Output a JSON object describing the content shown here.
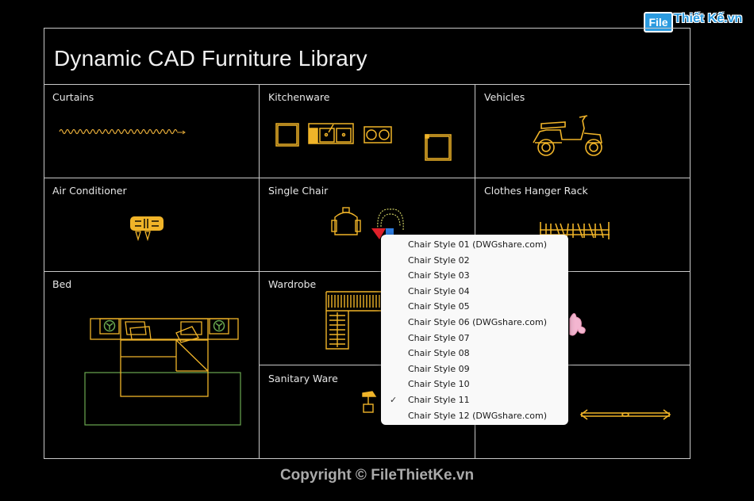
{
  "watermark": {
    "logo_box": "File",
    "logo_text": "Thiết Kế.vn"
  },
  "title": "Dynamic CAD Furniture Library",
  "cells": [
    {
      "label": "Curtains"
    },
    {
      "label": "Kitchenware"
    },
    {
      "label": "Vehicles"
    },
    {
      "label": "Air Conditioner"
    },
    {
      "label": "Single Chair"
    },
    {
      "label": "Clothes Hanger Rack"
    },
    {
      "label": "Bed"
    },
    {
      "label": "Wardrobe"
    },
    {
      "label": "Sanitary Ware"
    }
  ],
  "dropdown": {
    "selected": "Chair Style 11",
    "check_mark": "✓",
    "items": [
      {
        "label": "Chair Style 01  (DWGshare.com)"
      },
      {
        "label": "Chair Style 02"
      },
      {
        "label": "Chair Style 03"
      },
      {
        "label": "Chair Style 04"
      },
      {
        "label": "Chair Style 05"
      },
      {
        "label": "Chair Style 06  (DWGshare.com)"
      },
      {
        "label": "Chair Style 07"
      },
      {
        "label": "Chair Style 08"
      },
      {
        "label": "Chair Style 09"
      },
      {
        "label": "Chair Style 10"
      },
      {
        "label": "Chair Style 11"
      },
      {
        "label": "Chair Style 12  (DWGshare.com)"
      }
    ]
  },
  "colors": {
    "cad_yellow": "#f0b429",
    "cad_green": "#6aa84f",
    "grid": "#c8c8c8",
    "background": "#000000"
  },
  "footer": {
    "copyright": "Copyright © FileThietKe.vn"
  }
}
